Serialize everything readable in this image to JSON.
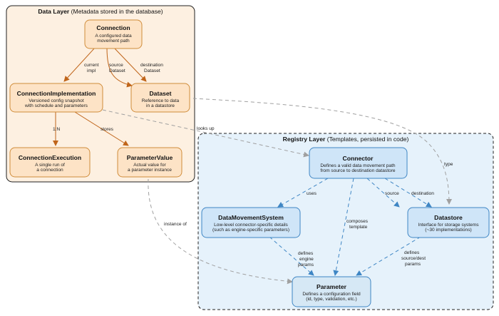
{
  "groups": {
    "data_layer": {
      "title_bold": "Data Layer",
      "title_rest": "(Metadata stored in the database)",
      "fill": "#fdf0e1",
      "stroke": "#222222"
    },
    "registry_layer": {
      "title_bold": "Registry Layer",
      "title_rest": "(Templates, persisted in code)",
      "fill": "#e6f2fb",
      "stroke": "#222222"
    }
  },
  "colors": {
    "data_node_fill": "#fde3c6",
    "data_node_stroke": "#d08c3a",
    "data_edge": "#c0651a",
    "registry_node_fill": "#cfe5f8",
    "registry_node_stroke": "#3f86c4",
    "registry_edge": "#3f86c4",
    "cross_edge": "#a0a0a0",
    "parameter_fill": "#d6e8f5"
  },
  "nodes": {
    "connection": {
      "title": "Connection",
      "desc": [
        "A configured data",
        "movement path"
      ]
    },
    "connection_implementation": {
      "title": "ConnectionImplementation",
      "desc": [
        "Versioned config snapshot",
        "with schedule and parameters"
      ]
    },
    "dataset": {
      "title": "Dataset",
      "desc": [
        "Reference to data",
        "in a datastore"
      ]
    },
    "connection_execution": {
      "title": "ConnectionExecution",
      "desc": [
        "A single run of",
        "a connection"
      ]
    },
    "parameter_value": {
      "title": "ParameterValue",
      "desc": [
        "Actual value for",
        "a parameter instance"
      ]
    },
    "connector": {
      "title": "Connector",
      "desc": [
        "Defines a valid data movement path",
        "from source to destination datastore"
      ]
    },
    "data_movement_system": {
      "title": "DataMovementSystem",
      "desc": [
        "Low-level connector-specific details",
        "(such as engine-specific parameters)"
      ]
    },
    "datastore": {
      "title": "Datastore",
      "desc": [
        "Interface for storage systems",
        "(~30 implementations)"
      ]
    },
    "parameter": {
      "title": "Parameter",
      "desc": [
        "Defines a configuration field",
        "(id, type, validation, etc.)"
      ]
    }
  },
  "edges": {
    "current_impl": [
      "current",
      "impl"
    ],
    "source_dataset": [
      "source",
      "Dataset"
    ],
    "destination_dataset": [
      "destination",
      "Dataset"
    ],
    "one_to_n": [
      "1:N"
    ],
    "stores": [
      "stores"
    ],
    "looks_up": [
      "looks up"
    ],
    "type": [
      "type"
    ],
    "instance_of": [
      "instance of"
    ],
    "uses": [
      "uses"
    ],
    "source": [
      "source"
    ],
    "destination": [
      "destination"
    ],
    "composes_template": [
      "composes",
      "template"
    ],
    "defines_engine_params": [
      "defines",
      "engine",
      "params"
    ],
    "defines_source_dest_params": [
      "defines",
      "source/dest",
      "params"
    ]
  }
}
